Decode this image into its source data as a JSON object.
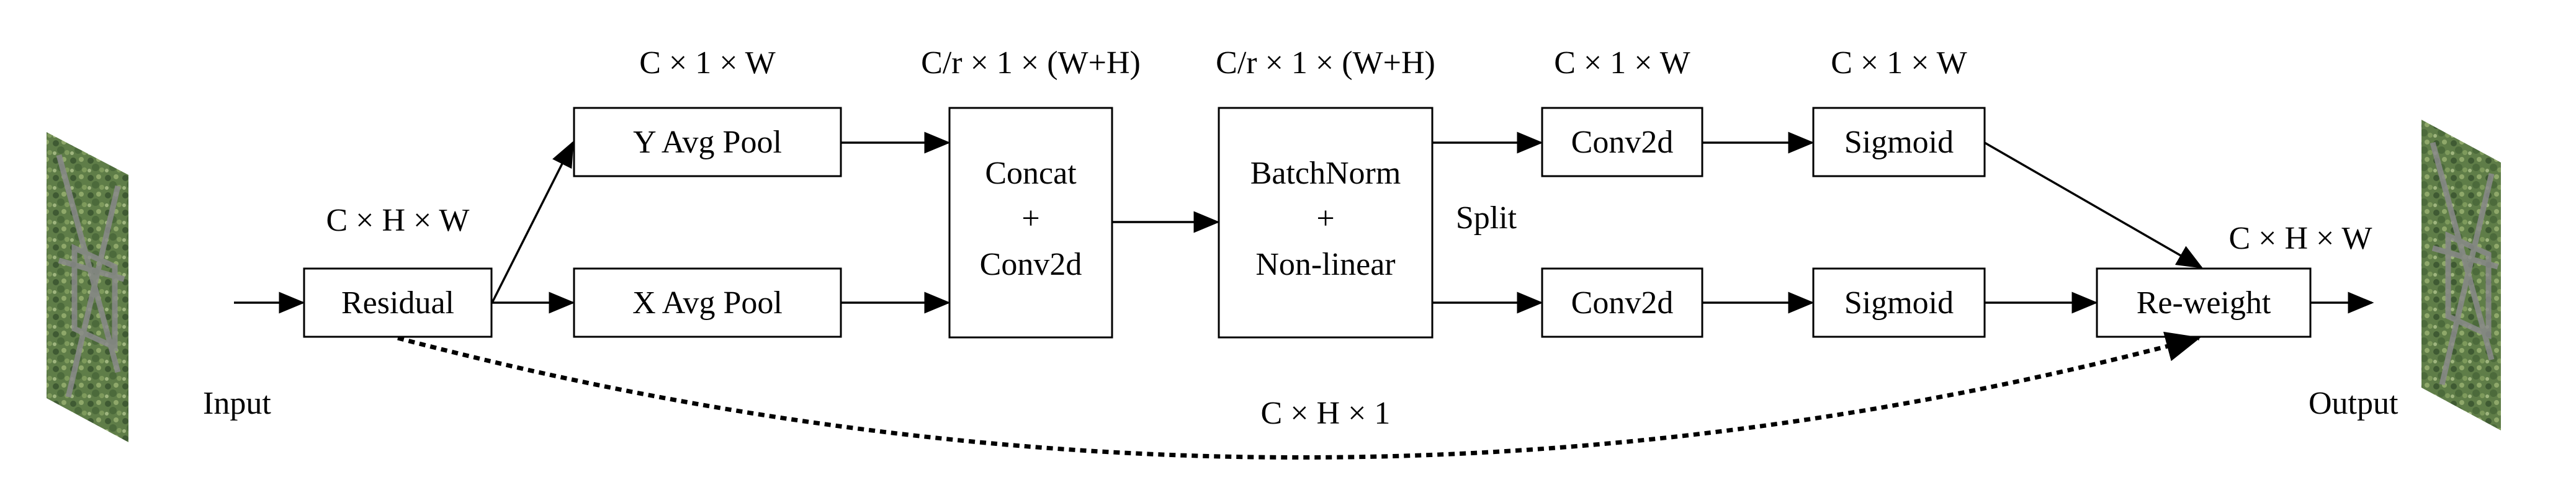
{
  "labels": {
    "input": "Input",
    "output": "Output",
    "split": "Split"
  },
  "blocks": {
    "residual": "Residual",
    "y_avg_pool": "Y Avg Pool",
    "x_avg_pool": "X Avg Pool",
    "concat": [
      "Concat",
      "+",
      "Conv2d"
    ],
    "batchnorm": [
      "BatchNorm",
      "+",
      "Non-linear"
    ],
    "conv2d_top": "Conv2d",
    "conv2d_bottom": "Conv2d",
    "sigmoid_top": "Sigmoid",
    "sigmoid_bottom": "Sigmoid",
    "reweight": "Re-weight"
  },
  "dims": {
    "residual": "C × H × W",
    "y_pool": "C × 1 × W",
    "concat": "C/r × 1 × (W+H)",
    "batchnorm": "C/r × 1 × (W+H)",
    "conv_top": "C × 1 × W",
    "sigmoid_top": "C × 1 × W",
    "reweight": "C × H × W",
    "skip": "C × H × 1"
  },
  "colors": {
    "image_dark": "#3f5a33",
    "image_mid": "#5f7d48",
    "image_light": "#8fa86a",
    "structure": "#8a8a8a"
  }
}
